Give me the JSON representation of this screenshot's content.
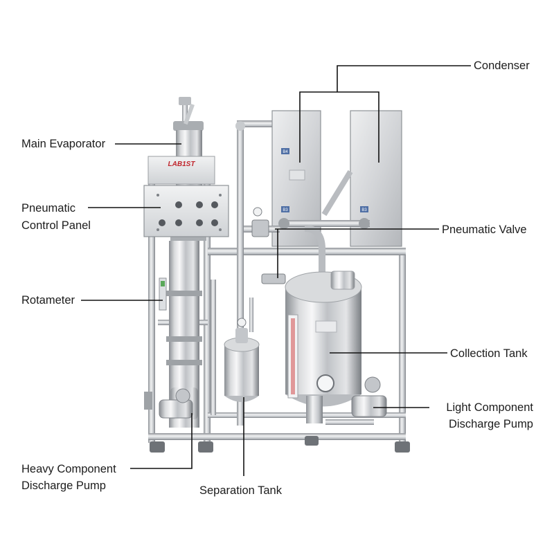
{
  "brand": "LAB1ST",
  "callouts": {
    "condenser": "Condenser",
    "main_evaporator": "Main Evaporator",
    "pneumatic_control_panel": [
      "Pneumatic",
      "Control Panel"
    ],
    "pneumatic_valve": "Pneumatic Valve",
    "rotameter": "Rotameter",
    "collection_tank": "Collection Tank",
    "light_component_discharge_pump": [
      "Light Component",
      "Discharge Pump"
    ],
    "heavy_component_discharge_pump": [
      "Heavy Component",
      "Discharge Pump"
    ],
    "separation_tank": "Separation Tank"
  },
  "panel_labels": {
    "condenser_left_top": "B4",
    "condenser_left_bottom": "B3",
    "condenser_right_bottom": "B3"
  },
  "colors": {
    "steel_light": "#e6e7e9",
    "steel_mid": "#b9bcc0",
    "steel_dark": "#7d8186",
    "leader_line": "#111111",
    "brand_red": "#c0262d"
  }
}
